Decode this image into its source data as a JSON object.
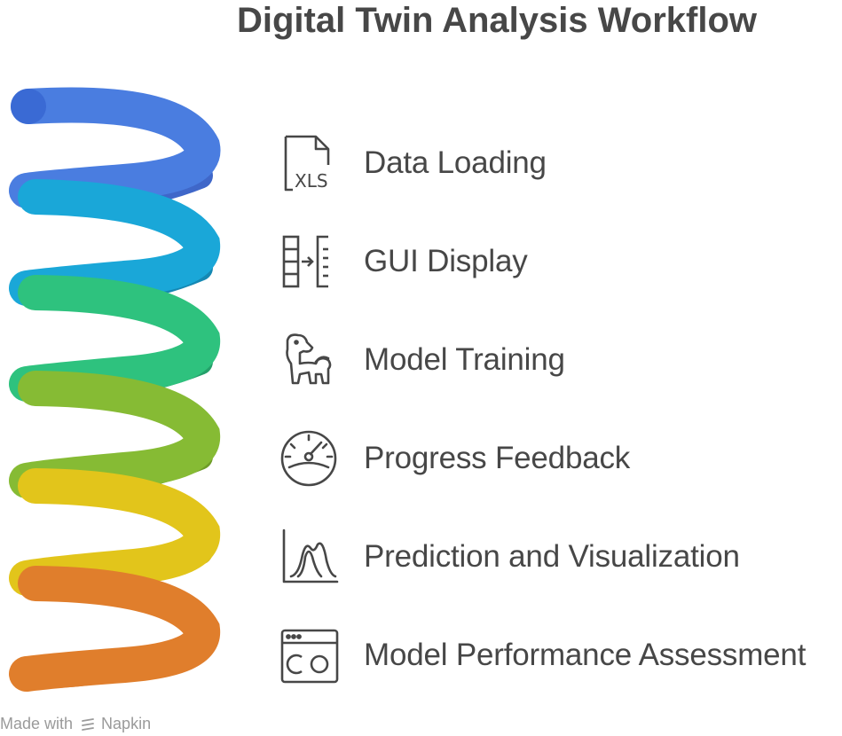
{
  "title": "Digital Twin Analysis Workflow",
  "steps": [
    {
      "label": "Data Loading",
      "icon": "xls-file-icon",
      "color": "#4a7de0"
    },
    {
      "label": "GUI Display",
      "icon": "layout-transfer-icon",
      "color": "#1aa7d8"
    },
    {
      "label": "Model Training",
      "icon": "dog-training-icon",
      "color": "#2ec27e"
    },
    {
      "label": "Progress Feedback",
      "icon": "gauge-icon",
      "color": "#86bb34"
    },
    {
      "label": "Prediction and Visualization",
      "icon": "distribution-chart-icon",
      "color": "#e2c51b"
    },
    {
      "label": "Model Performance Assessment",
      "icon": "performance-window-icon",
      "color": "#e07e2c"
    }
  ],
  "icons": {
    "xls_text": "XLS"
  },
  "footer": {
    "made_with": "Made with",
    "brand": "Napkin"
  }
}
